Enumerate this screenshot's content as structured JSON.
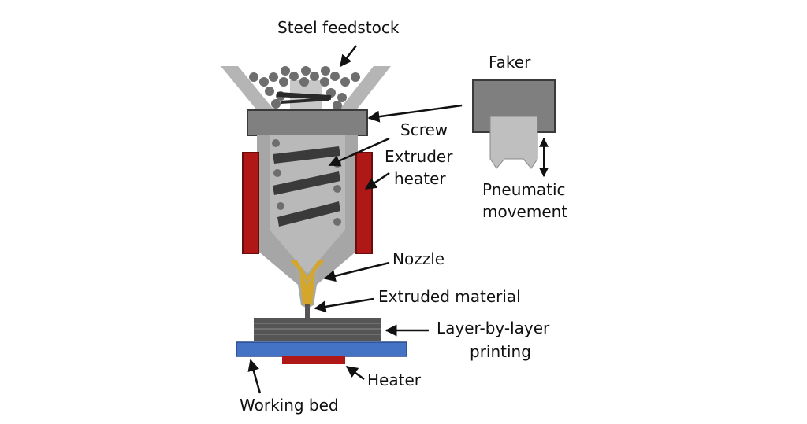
{
  "diagram": {
    "labels": {
      "feedstock": "Steel feedstock",
      "faker": "Faker",
      "screw": "Screw",
      "extruder_line1": "Extruder",
      "extruder_line2": "heater",
      "pneumatic_line1": "Pneumatic",
      "pneumatic_line2": "movement",
      "nozzle": "Nozzle",
      "extruded": "Extruded material",
      "layer_line1": "Layer-by-layer",
      "layer_line2": "printing",
      "heater": "Heater",
      "working_bed": "Working bed"
    },
    "colors": {
      "body_gray": "#a6a6a6",
      "dark_gray": "#7f7f7f",
      "screw_dark": "#3a3a3a",
      "heater_red": "#b01818",
      "nozzle_gold": "#d4a62a",
      "bed_blue": "#4472c4",
      "layers": "#555555"
    }
  }
}
